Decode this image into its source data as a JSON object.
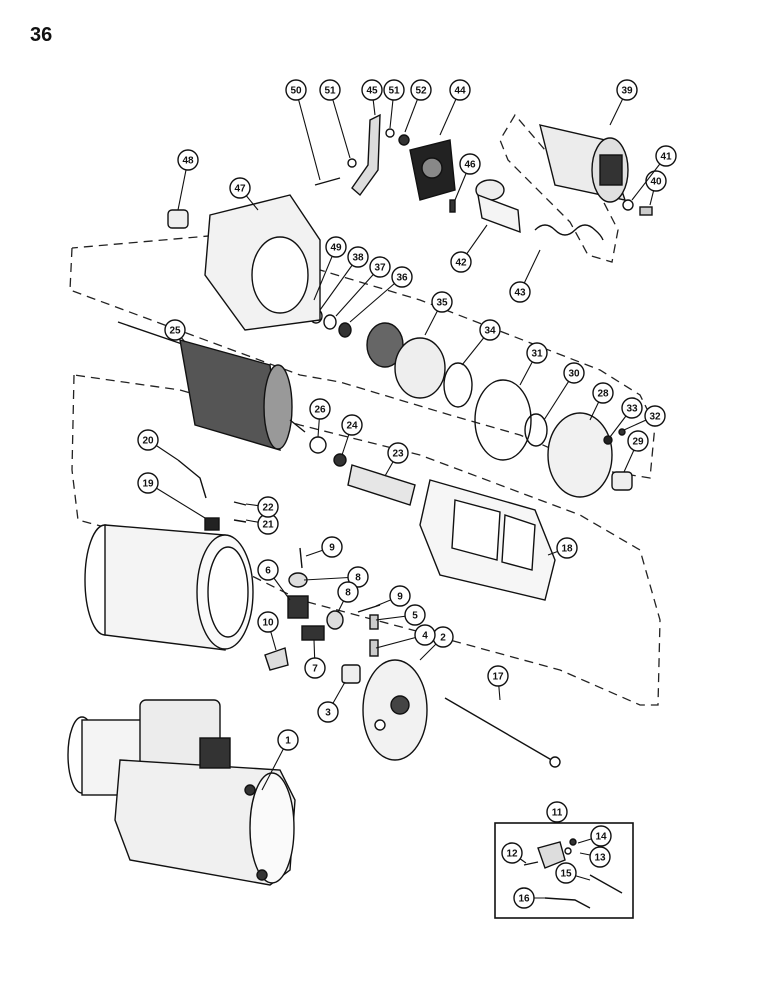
{
  "page": {
    "number": "36"
  },
  "callouts": [
    "1",
    "2",
    "3",
    "4",
    "5",
    "6",
    "7",
    "8",
    "8",
    "9",
    "9",
    "10",
    "11",
    "12",
    "13",
    "14",
    "15",
    "16",
    "17",
    "18",
    "19",
    "20",
    "21",
    "22",
    "23",
    "24",
    "25",
    "26",
    "28",
    "29",
    "30",
    "31",
    "32",
    "33",
    "34",
    "35",
    "36",
    "37",
    "38",
    "39",
    "40",
    "41",
    "42",
    "43",
    "44",
    "45",
    "46",
    "47",
    "48",
    "49",
    "50",
    "51",
    "51",
    "52"
  ]
}
